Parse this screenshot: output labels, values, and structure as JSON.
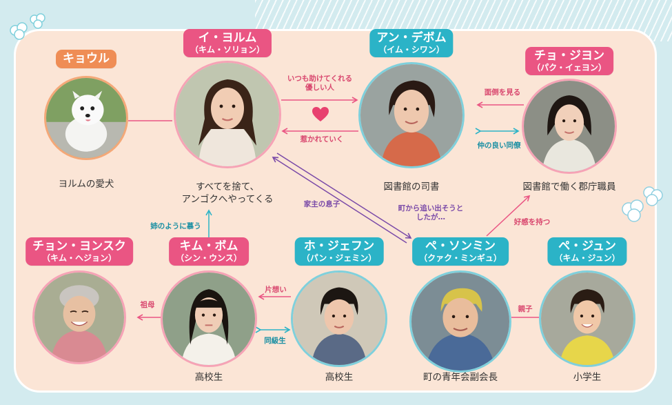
{
  "characters": {
    "kyoul": {
      "name": "キョウル",
      "actor": "",
      "desc": "ヨルムの愛犬"
    },
    "yeoreum": {
      "name": "イ・ヨルム",
      "actor": "（キム・ソリョン）",
      "desc": "すべてを捨て、\nアンゴクへやってくる"
    },
    "daebeom": {
      "name": "アン・デボム",
      "actor": "（イム・シワン）",
      "desc": "図書館の司書"
    },
    "jiyeon": {
      "name": "チョ・ジヨン",
      "actor": "（パク・イェヨン）",
      "desc": "図書館で働く郡庁職員"
    },
    "yeonsuk": {
      "name": "チョン・ヨンスク",
      "actor": "（キム・ヘジョン）",
      "desc": ""
    },
    "bom": {
      "name": "キム・ボム",
      "actor": "（シン・ウンス）",
      "desc": "高校生"
    },
    "jaefun": {
      "name": "ホ・ジェフン",
      "actor": "（パン・ジェミン）",
      "desc": "高校生"
    },
    "sonmin": {
      "name": "ペ・ソンミン",
      "actor": "（クァク・ミンギュ）",
      "desc": "町の青年会副会長"
    },
    "jun": {
      "name": "ペ・ジュン",
      "actor": "（キム・ジュン）",
      "desc": "小学生"
    }
  },
  "relations": {
    "helps": "いつも助けてくれる\n優しい人",
    "attracted": "惹かれていく",
    "takes_care": "面倒を見る",
    "close_colleague": "仲の良い同僚",
    "landlord_son": "家主の息子",
    "drive_out": "町から追い出そうと\nしたが…",
    "likes": "好感を持つ",
    "like_sister": "姉のように慕う",
    "grandmother": "祖母",
    "crush": "片想い",
    "classmate": "同級生",
    "parent_child": "親子"
  },
  "colors": {
    "pink": "#ea5583",
    "teal": "#2bb3c7",
    "orange": "#ef8d55",
    "purple": "#7a4aa8",
    "background": "#fbe5d6"
  }
}
